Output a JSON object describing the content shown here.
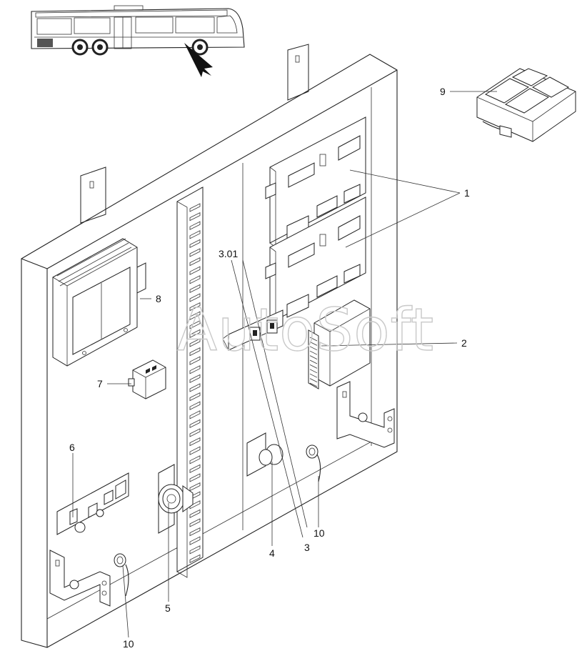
{
  "watermark": "AutoSoft",
  "callouts": [
    {
      "id": "c1",
      "label": "1"
    },
    {
      "id": "c2",
      "label": "2"
    },
    {
      "id": "c3",
      "label": "3"
    },
    {
      "id": "c301",
      "label": "3.01"
    },
    {
      "id": "c4",
      "label": "4"
    },
    {
      "id": "c5",
      "label": "5"
    },
    {
      "id": "c6",
      "label": "6"
    },
    {
      "id": "c7",
      "label": "7"
    },
    {
      "id": "c8",
      "label": "8"
    },
    {
      "id": "c9",
      "label": "9"
    },
    {
      "id": "c10a",
      "label": "10"
    },
    {
      "id": "c10b",
      "label": "10"
    }
  ]
}
